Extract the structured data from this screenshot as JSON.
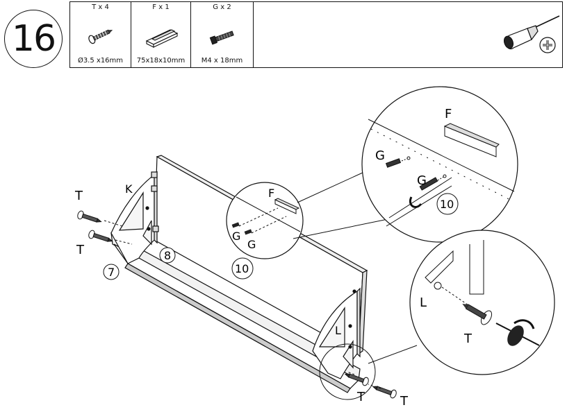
{
  "step": {
    "number": "16"
  },
  "parts": [
    {
      "qty_label": "T x 4",
      "size_label": "Ø3.5 x16mm",
      "icon": "screw-icon"
    },
    {
      "qty_label": "F x 1",
      "size_label": "75x18x10mm",
      "icon": "bracket-icon"
    },
    {
      "qty_label": "G x 2",
      "size_label": "M4 x 18mm",
      "icon": "bolt-icon"
    }
  ],
  "tool": {
    "icon": "phillips-screwdriver-icon"
  },
  "labels": {
    "t_top": "T",
    "t_mid": "T",
    "k": "K",
    "seven": "7",
    "eight": "8",
    "ten_main": "10",
    "l_main": "L",
    "t_bot1": "T",
    "t_bot2": "T"
  },
  "zoom_top": {
    "f": "F",
    "g1": "G",
    "g2": "G",
    "ten": "10"
  },
  "zoom_center": {
    "f": "F",
    "g1": "G",
    "g2": "G"
  },
  "zoom_right": {
    "l": "L",
    "t": "T"
  }
}
